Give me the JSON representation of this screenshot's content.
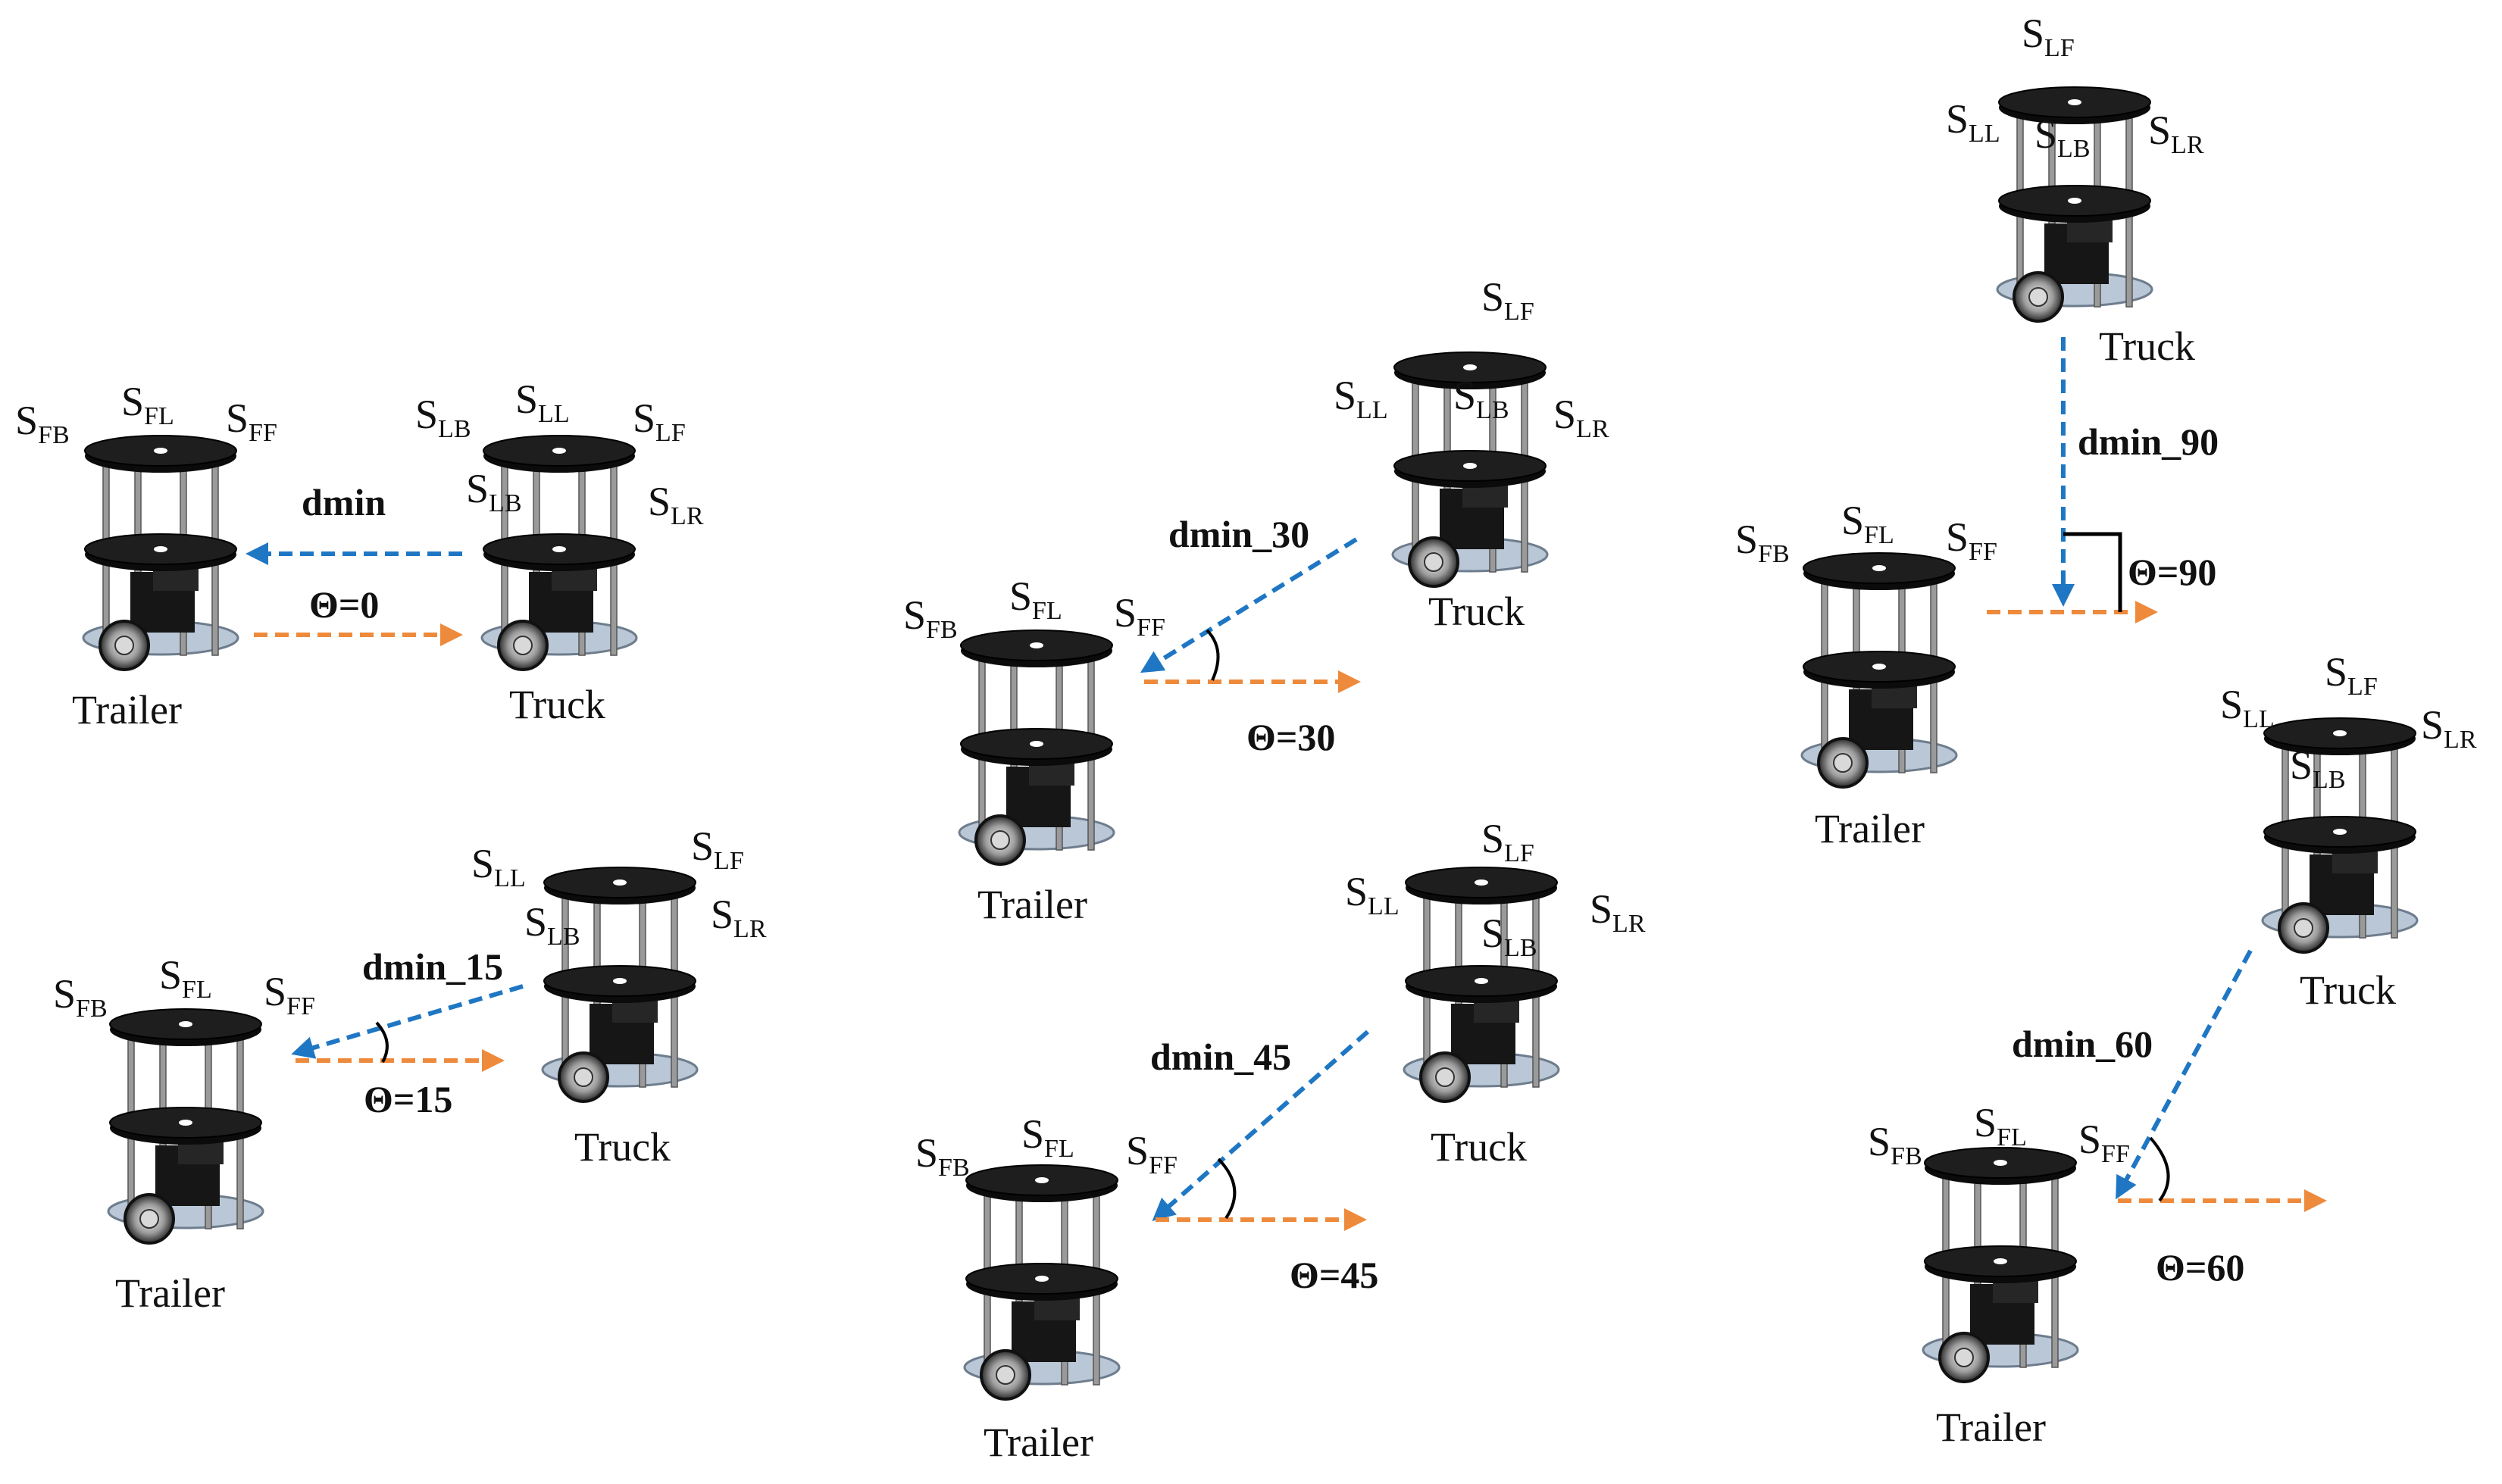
{
  "labels": {
    "trailer": "Trailer",
    "truck": "Truck",
    "s_main": "S",
    "sensors": {
      "FB": "FB",
      "FL": "FL",
      "FF": "FF",
      "LB": "LB",
      "LL": "LL",
      "LF": "LF",
      "LR": "LR"
    }
  },
  "colors": {
    "distance_arrow": "#1f77c4",
    "heading_arrow": "#ee8a3c",
    "disc": "#1e1e1e",
    "pole": "#9a9a9a",
    "base": "#b9c7d6",
    "angle_mark": "#000000"
  },
  "scenarios": [
    {
      "id": "s0",
      "distance_label": "dmin",
      "angle_label": "Θ=0",
      "angle": 0
    },
    {
      "id": "s15",
      "distance_label": "dmin_15",
      "angle_label": "Θ=15",
      "angle": 15
    },
    {
      "id": "s30",
      "distance_label": "dmin_30",
      "angle_label": "Θ=30",
      "angle": 30
    },
    {
      "id": "s45",
      "distance_label": "dmin_45",
      "angle_label": "Θ=45",
      "angle": 45
    },
    {
      "id": "s60",
      "distance_label": "dmin_60",
      "angle_label": "Θ=60",
      "angle": 60
    },
    {
      "id": "s90",
      "distance_label": "dmin_90",
      "angle_label": "Θ=90",
      "angle": 90
    }
  ]
}
